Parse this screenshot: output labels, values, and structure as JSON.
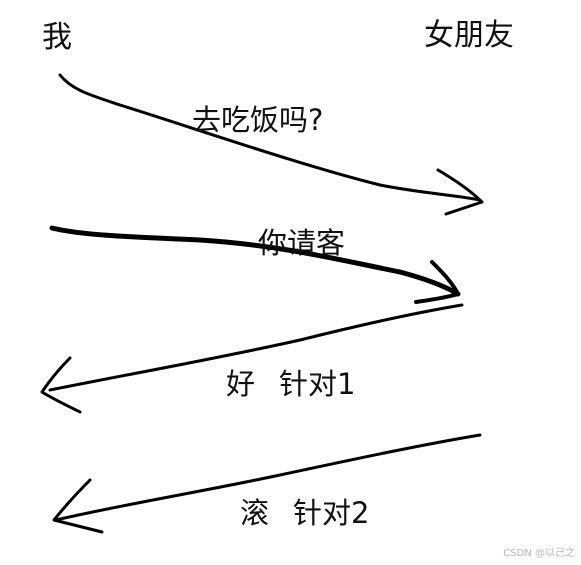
{
  "participants": {
    "me": "我",
    "girlfriend": "女朋友"
  },
  "messages": [
    {
      "from": "me",
      "to": "girlfriend",
      "text": "去吃饭吗?"
    },
    {
      "from": "me",
      "to": "girlfriend",
      "text": "你请客"
    },
    {
      "from": "girlfriend",
      "to": "me",
      "reply": "好",
      "target": "针对1"
    },
    {
      "from": "girlfriend",
      "to": "me",
      "reply": "滚",
      "target": "针对2"
    }
  ],
  "watermark": "CSDN @以己之",
  "colors": {
    "stroke": "#000000",
    "text": "#111111",
    "background": "#ffffff"
  }
}
